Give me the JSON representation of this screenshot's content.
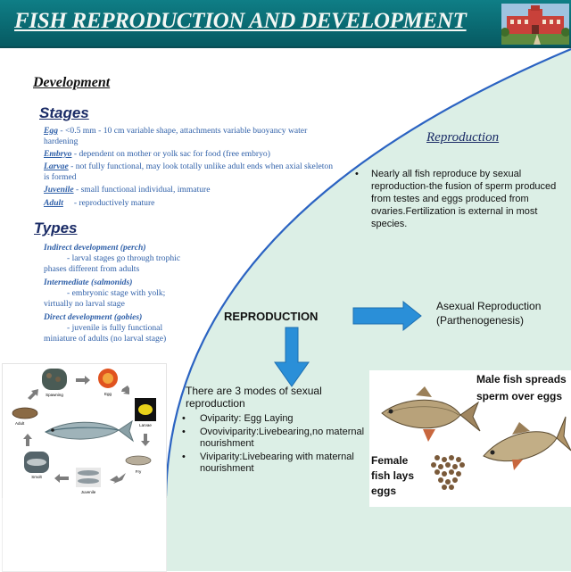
{
  "banner": {
    "title": "FISH REPRODUCTION AND DEVELOPMENT"
  },
  "development": {
    "heading": "Development",
    "stages_heading": "Stages",
    "stages": [
      {
        "term": "Egg",
        "desc": "  - <0.5 mm - 10 cm variable shape, attachments variable buoyancy water hardening"
      },
      {
        "term": "Embryo",
        "desc": " - dependent on mother or yolk sac for food (free embryo)"
      },
      {
        "term": "Larvae",
        "desc": "  -  not fully functional, may look totally unlike adult ends when axial skeleton is formed"
      },
      {
        "term": "Juvenile",
        "desc": " - small functional individual, immature"
      },
      {
        "term": "Adult",
        "desc": "     - reproductively mature"
      }
    ],
    "types_heading": "Types",
    "types": [
      {
        "term": "Indirect development (perch)",
        "desc": "- larval stages go through trophic phases different from adults"
      },
      {
        "term": "Intermediate (salmonids)",
        "desc": "- embryonic stage with yolk; virtually no larval stage"
      },
      {
        "term": "Direct development (gobies)",
        "desc": "- juvenile is fully functional miniature of adults (no larval stage)"
      }
    ]
  },
  "reproduction": {
    "heading": "Reproduction",
    "bullet": "Nearly all fish reproduce by sexual reproduction-the fusion of sperm produced from testes and eggs produced from ovaries.Fertilization is external in most species.",
    "center_label": "REPRODUCTION",
    "asexual": "Asexual Reproduction (Parthenogenesis)",
    "modes_intro": "There are 3 modes of sexual reproduction",
    "modes": [
      {
        "first": "Oviparity: Egg Laying",
        "rest": ""
      },
      {
        "first": "Ovoviviparity:Livebearing,no maternal",
        "rest": "nourishment"
      },
      {
        "first": "Viviparity:Livebearing with maternal",
        "rest": "nourishment"
      }
    ]
  },
  "lifecycle": {
    "labels": [
      "Spawning",
      "Egg",
      "Larvae",
      "Fry",
      "Juvenile",
      "Smolt",
      "Adult"
    ]
  },
  "photo": {
    "male_caption": "Male fish spreads sperm over eggs",
    "female_caption": "Female fish lays eggs"
  },
  "colors": {
    "banner": "#0a6a72",
    "panel": "#dcefe6",
    "arrow": "#2a8fd8",
    "heading_blue": "#1a2b66",
    "text_blue": "#2e5fa8"
  }
}
